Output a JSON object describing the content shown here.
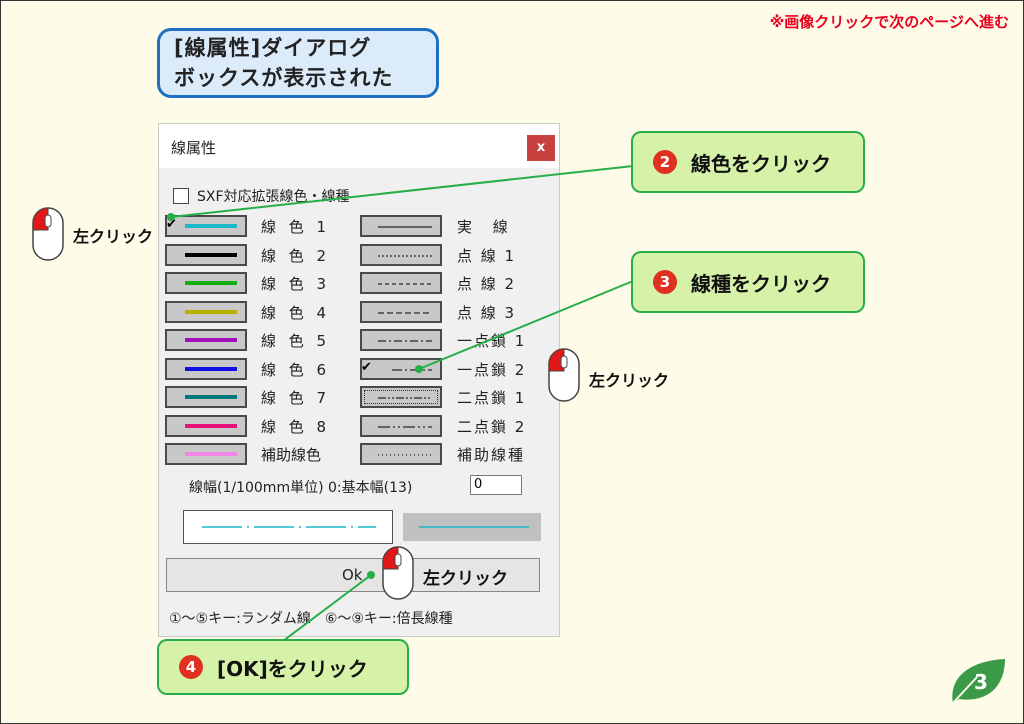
{
  "top_note": "※画像クリックで次のページへ進む",
  "callout_blue": {
    "line1": "[線属性]ダイアログ",
    "line2": "ボックスが表示された"
  },
  "dialog": {
    "title": "線属性",
    "close_label": "x",
    "checkbox_label": "SXF対応拡張線色・線種",
    "colors": [
      {
        "label": "線 色 1",
        "color": "#1ab8c8",
        "checked": true
      },
      {
        "label": "線 色 2",
        "color": "#000000",
        "checked": false
      },
      {
        "label": "線 色 3",
        "color": "#10b010",
        "checked": false
      },
      {
        "label": "線 色 4",
        "color": "#b8b000",
        "checked": false
      },
      {
        "label": "線 色 5",
        "color": "#a010b8",
        "checked": false
      },
      {
        "label": "線 色 6",
        "color": "#1010e0",
        "checked": false
      },
      {
        "label": "線 色 7",
        "color": "#007878",
        "checked": false
      },
      {
        "label": "線 色 8",
        "color": "#e8107a",
        "checked": false
      },
      {
        "label": "補助線色",
        "color": "#f088e8",
        "checked": false
      }
    ],
    "types": [
      {
        "label": "実 線",
        "pattern": "solid",
        "checked": false
      },
      {
        "label": "点 線 1",
        "pattern": "dot1",
        "checked": false
      },
      {
        "label": "点 線 2",
        "pattern": "dot2",
        "checked": false
      },
      {
        "label": "点 線 3",
        "pattern": "dot3",
        "checked": false
      },
      {
        "label": "一点鎖 1",
        "pattern": "chain1",
        "checked": false
      },
      {
        "label": "一点鎖 2",
        "pattern": "chain2",
        "checked": true
      },
      {
        "label": "二点鎖 1",
        "pattern": "dchain1",
        "checked": false
      },
      {
        "label": "二点鎖 2",
        "pattern": "dchain2",
        "checked": false
      },
      {
        "label": "補助線種",
        "pattern": "aux",
        "checked": false
      }
    ],
    "width_label": "線幅(1/100mm単位) 0:基本幅(13)",
    "width_value": "0",
    "ok_label": "Ok",
    "footnote": "①～⑤キー:ランダム線　⑥～⑨キー:倍長線種"
  },
  "callouts": {
    "c2": {
      "num": "❷",
      "text": "線色をクリック"
    },
    "c3": {
      "num": "❸",
      "text": "線種をクリック"
    },
    "c4": {
      "num": "❹",
      "text": "[OK]をクリック"
    }
  },
  "left_click": "左クリック",
  "page_number": "3",
  "accent_colors": {
    "red": "#e8001e",
    "green_border": "#27ae48",
    "green_fill": "#d6f2a8",
    "blue_border": "#1f6fc3"
  }
}
